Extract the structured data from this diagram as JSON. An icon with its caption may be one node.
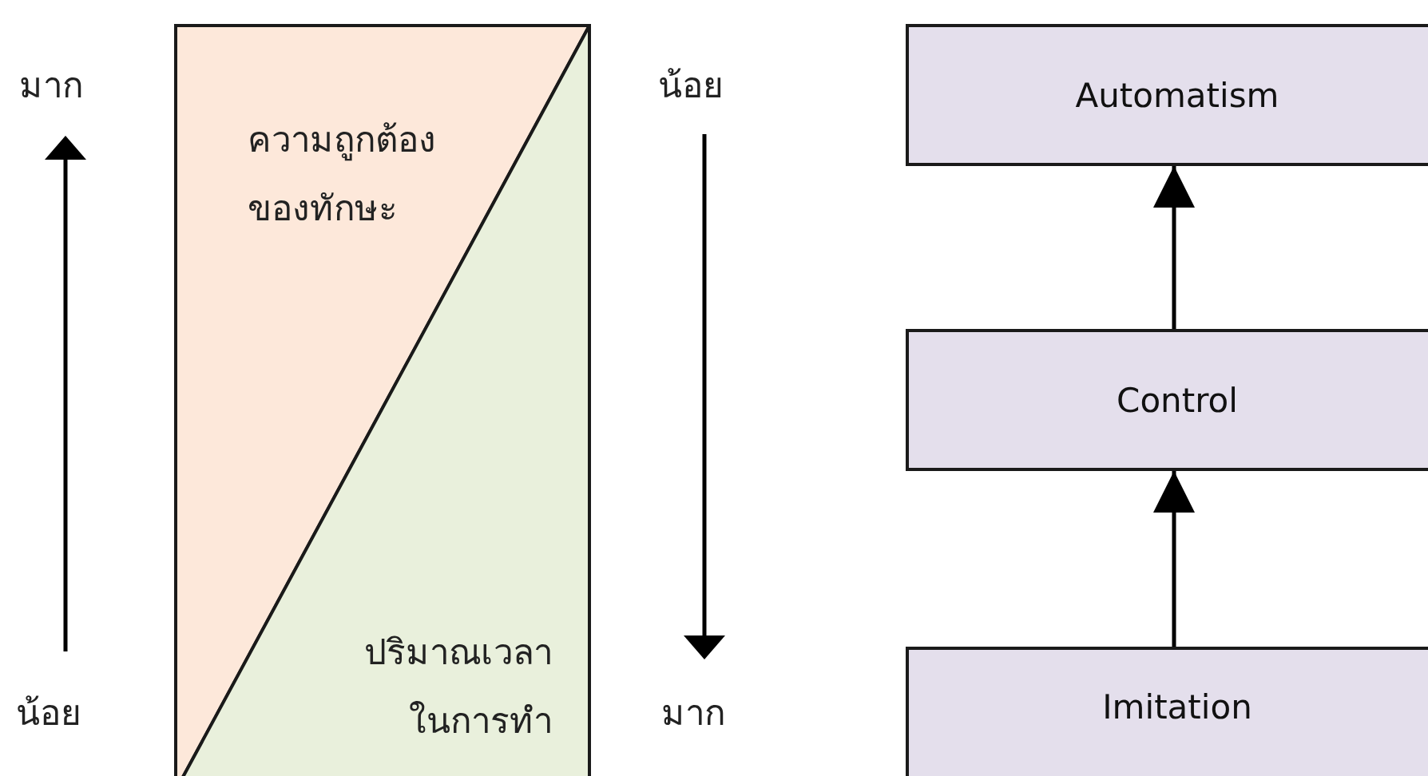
{
  "diagram": {
    "nodes": [
      {
        "text": [
          "ความถูกต้อง ของทักษะ"
        ]
      },
      {
        "text": [
          "ปริมาณเวลา ในการทำ"
        ]
      },
      {
        "text": [
          "Automatism"
        ]
      },
      {
        "text": [
          "Control"
        ]
      },
      {
        "text": [
          "Imitation"
        ]
      }
    ],
    "edges": [
      {
        "from": 4,
        "to": 3,
        "arrow": "to"
      },
      {
        "from": 3,
        "to": 2,
        "arrow": "to"
      }
    ],
    "labels": [
      "มาก",
      "น้อย",
      "น้อย",
      "มาก"
    ]
  }
}
